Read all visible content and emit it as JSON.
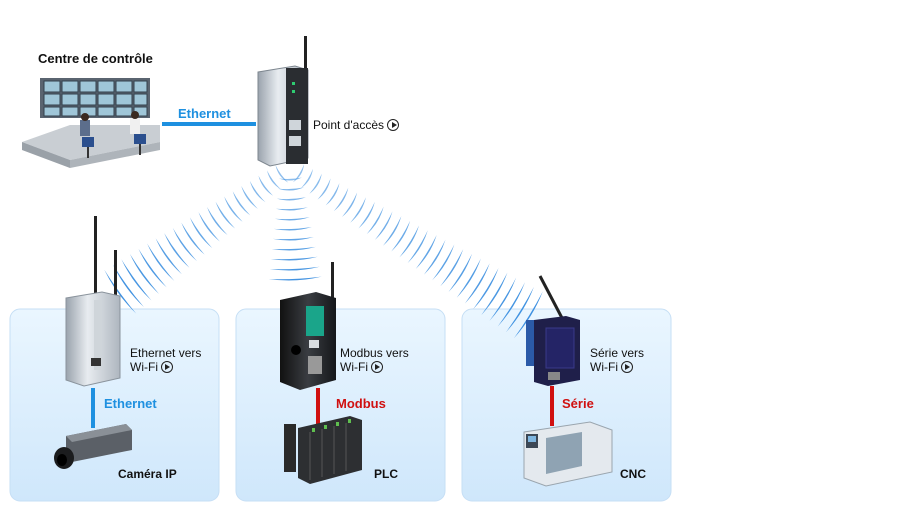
{
  "control_center": {
    "title": "Centre de contrôle"
  },
  "access_point": {
    "label": "Point d'accès",
    "link_icon": "arrow-circle-icon"
  },
  "top_link": {
    "label": "Ethernet",
    "color": "#1e90e0"
  },
  "panels": [
    {
      "device_line1": "Ethernet vers",
      "device_line2": "Wi-Fi",
      "connection": "Ethernet",
      "connection_color": "#1e90e0",
      "endpoint": "Caméra IP"
    },
    {
      "device_line1": "Modbus vers",
      "device_line2": "Wi-Fi",
      "connection": "Modbus",
      "connection_color": "#d01010",
      "endpoint": "PLC"
    },
    {
      "device_line1": "Série vers",
      "device_line2": "Wi-Fi",
      "connection": "Série",
      "connection_color": "#d01010",
      "endpoint": "CNC"
    }
  ],
  "colors": {
    "panel_fill": "#dcefff",
    "wave": "#3b8fe0"
  }
}
